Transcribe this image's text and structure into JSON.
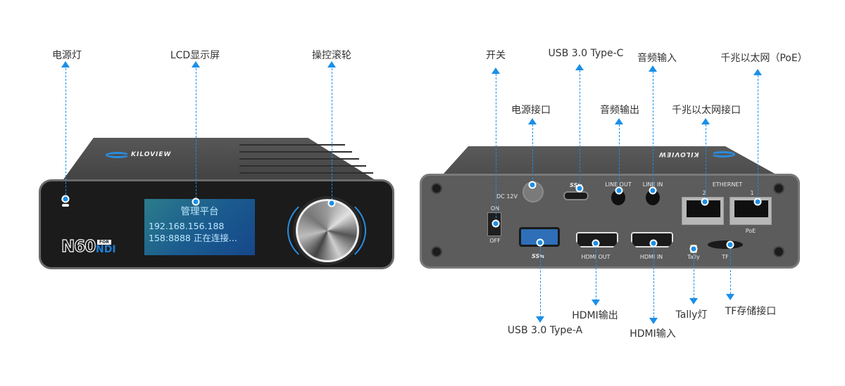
{
  "colors": {
    "accent": "#1a8fe8",
    "label_text": "#333333",
    "lcd_text": "#bfe8ff",
    "ndi_blue": "#1e7fd6"
  },
  "front_device": {
    "brand": "KILOVIEW",
    "model": "N60",
    "badge_for": "FOR",
    "badge_ndi": "NDI",
    "power_icon": "power-icon",
    "lcd": {
      "line1": "管理平台",
      "line2": "192.168.156.188",
      "line3": "158:8888  正在连接..."
    },
    "callouts": [
      {
        "id": "power-led",
        "label": "电源灯"
      },
      {
        "id": "lcd",
        "label": "LCD显示屏"
      },
      {
        "id": "knob",
        "label": "操控滚轮"
      }
    ]
  },
  "back_device": {
    "brand": "KILOVIEW",
    "panel_text": {
      "dc": "DC 12V",
      "on": "ON",
      "off": "OFF",
      "ss_c": "SS⇆",
      "ss_a": "SS⇆",
      "line_out": "LINE OUT",
      "line_in": "LINE IN",
      "ethernet": "ETHERNET",
      "eth2": "2",
      "eth1": "1",
      "poe": "PoE",
      "hdmi_out": "HDMI OUT",
      "hdmi_in": "HDMI IN",
      "tally": "Tally",
      "tf": "TF"
    },
    "callouts_top": [
      {
        "id": "switch",
        "label": "开关"
      },
      {
        "id": "usb-c",
        "label": "USB 3.0 Type-C"
      },
      {
        "id": "line-in",
        "label": "音频输入"
      },
      {
        "id": "eth-poe",
        "label": "千兆以太网（PoE）"
      },
      {
        "id": "dc-power",
        "label": "电源接口"
      },
      {
        "id": "line-out",
        "label": "音频输出"
      },
      {
        "id": "eth",
        "label": "千兆以太网接口"
      }
    ],
    "callouts_bottom": [
      {
        "id": "usb-a",
        "label": "USB 3.0 Type-A"
      },
      {
        "id": "hdmi-out",
        "label": "HDMI输出"
      },
      {
        "id": "hdmi-in",
        "label": "HDMI输入"
      },
      {
        "id": "tally",
        "label": "Tally灯"
      },
      {
        "id": "tf",
        "label": "TF存储接口"
      }
    ]
  }
}
